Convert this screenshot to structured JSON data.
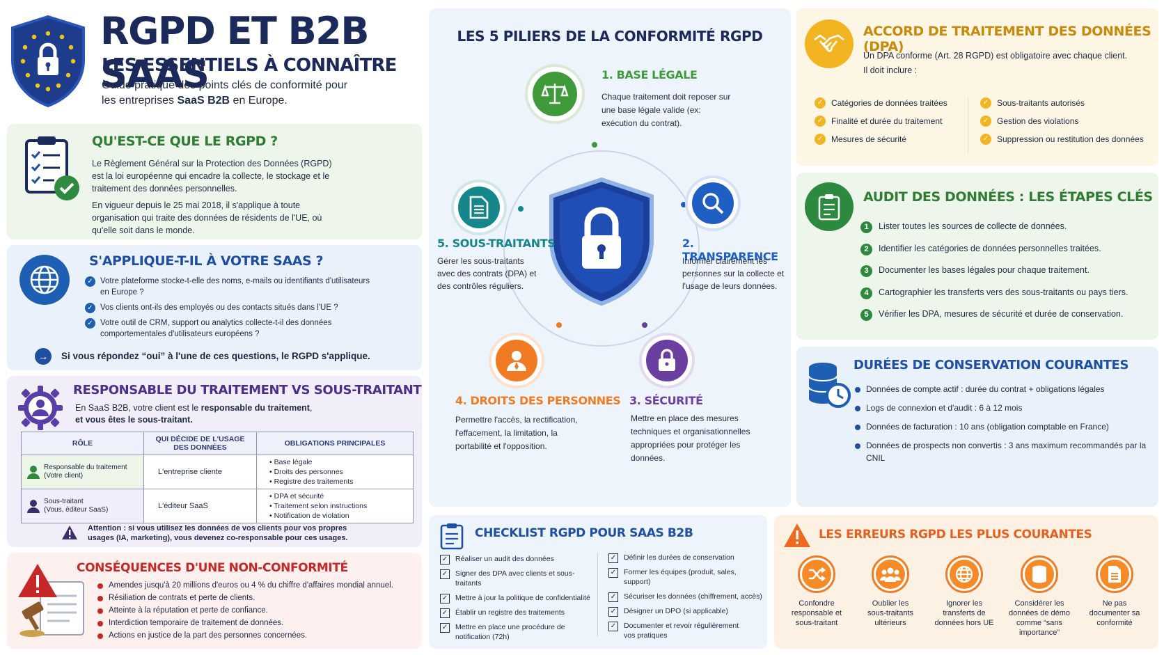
{
  "header": {
    "title": "RGPD ET B2B SAAS",
    "subtitle": "LES ESSENTIELS À CONNAÎTRE",
    "desc_1": "Guide pratique des points clés de conformité pour",
    "desc_2a": "les entreprises ",
    "desc_2b": "SaaS B2B",
    "desc_2c": " en Europe."
  },
  "what": {
    "title": "QU'EST-CE QUE LE RGPD ?",
    "p1": "Le Règlement Général sur la Protection des Données (RGPD) est la loi européenne qui encadre la collecte, le stockage et le traitement des données personnelles.",
    "p2": "En vigueur depuis le 25 mai 2018, il s'applique à toute organisation qui traite des données de résidents de l'UE, où qu'elle soit dans le monde."
  },
  "applies": {
    "title": "S'APPLIQUE-T-IL À VOTRE SAAS ?",
    "items": [
      "Votre plateforme stocke-t-elle des noms, e-mails ou identifiants d'utilisateurs en Europe ?",
      "Vos clients ont-ils des employés ou des contacts situés dans l'UE ?",
      "Votre outil de CRM, support ou analytics collecte-t-il des données comportementales d'utilisateurs européens ?"
    ],
    "conclusion": "Si vous répondez “oui” à l'une de ces questions, le RGPD s'applique."
  },
  "roles": {
    "title": "RESPONSABLE DU TRAITEMENT vs SOUS-TRAITANT",
    "intro_1a": "En SaaS B2B, votre client est le ",
    "intro_1b": "responsable du traitement",
    "intro_1c": ",",
    "intro_2": "et vous êtes le sous-traitant.",
    "headers": [
      "RÔLE",
      "QUI DÉCIDE DE L'USAGE DES DONNÉES",
      "OBLIGATIONS PRINCIPALES"
    ],
    "rows": [
      {
        "role": "Responsable du traitement",
        "role_sub": "(Votre client)",
        "who": "L'entreprise cliente",
        "obligations": [
          "Base légale",
          "Droits des personnes",
          "Registre des traitements"
        ]
      },
      {
        "role": "Sous-traitant",
        "role_sub": "(Vous, éditeur SaaS)",
        "who": "L'éditeur SaaS",
        "obligations": [
          "DPA et sécurité",
          "Traitement selon instructions",
          "Notification de violation"
        ]
      }
    ],
    "warning_1": "Attention : si vous utilisez les données de vos clients pour vos propres",
    "warning_2": "usages (IA, marketing), vous devenez co-responsable pour ces usages."
  },
  "consequences": {
    "title": "CONSÉQUENCES D'UNE NON-CONFORMITÉ",
    "items": [
      "Amendes jusqu'à 20 millions d'euros ou 4 % du chiffre d'affaires mondial annuel.",
      "Résiliation de contrats et perte de clients.",
      "Atteinte à la réputation et perte de confiance.",
      "Interdiction temporaire de traitement de données.",
      "Actions en justice de la part des personnes concernées."
    ]
  },
  "pillars": {
    "title": "LES 5 PILIERS DE LA CONFORMITÉ RGPD",
    "p1": {
      "title": "1. BASE LÉGALE",
      "text": "Chaque traitement doit reposer sur une base légale valide (ex: exécution du contrat).",
      "color": "#3f9a3a"
    },
    "p2": {
      "title": "2. TRANSPARENCE",
      "text": "Informer clairement les personnes sur la collecte et l'usage de leurs données.",
      "color": "#1f5fc4"
    },
    "p3": {
      "title": "3. SÉCURITÉ",
      "text": "Mettre en place des mesures techniques et organisationnelles appropriées pour protéger les données.",
      "color": "#6a3fa0"
    },
    "p4": {
      "title": "4. DROITS DES PERSONNES",
      "text": "Permettre l'accès, la rectification, l'effacement, la limitation, la portabilité et l'opposition.",
      "color": "#f07b23"
    },
    "p5": {
      "title": "5. SOUS-TRAITANTS",
      "text": "Gérer les sous-traitants avec des contrats (DPA) et des contrôles réguliers.",
      "color": "#14868c"
    }
  },
  "checklist": {
    "title": "CHECKLIST RGPD POUR SAAS B2B",
    "left": [
      "Réaliser un audit des données",
      "Signer des DPA avec clients et sous-traitants",
      "Mettre à jour la politique de confidentialité",
      "Établir un registre des traitements",
      "Mettre en place une procédure de notification (72h)"
    ],
    "right": [
      "Définir les durées de conservation",
      "Former les équipes (produit, sales, support)",
      "Sécuriser les données (chiffrement, accès)",
      "Désigner un DPO (si applicable)",
      "Documenter et revoir régulièrement vos pratiques"
    ]
  },
  "dpa": {
    "title": "ACCORD DE TRAITEMENT DES DONNÉES (DPA)",
    "intro_1": "Un DPA conforme (Art. 28 RGPD) est obligatoire avec chaque client.",
    "intro_2": "Il doit inclure :",
    "left": [
      "Catégories de données traitées",
      "Finalité et durée du traitement",
      "Mesures de sécurité"
    ],
    "right": [
      "Sous-traitants autorisés",
      "Gestion des violations",
      "Suppression ou restitution des données"
    ]
  },
  "audit": {
    "title": "AUDIT DES DONNÉES : LES ÉTAPES CLÉS",
    "steps": [
      "Lister toutes les sources de collecte de données.",
      "Identifier les catégories de données personnelles traitées.",
      "Documenter les bases légales pour chaque traitement.",
      "Cartographier les transferts vers des sous-traitants ou pays tiers.",
      "Vérifier les DPA, mesures de sécurité et durée de conservation."
    ],
    "numbers": [
      "1",
      "2",
      "3",
      "4",
      "5"
    ]
  },
  "retention": {
    "title": "DURÉES DE CONSERVATION COURANTES",
    "items": [
      "Données de compte actif : durée du contrat + obligations légales",
      "Logs de connexion et d'audit : 6 à 12 mois",
      "Données de facturation : 10 ans (obligation comptable en France)",
      "Données de prospects non convertis : 3 ans maximum recommandés par la CNIL"
    ]
  },
  "errors": {
    "title": "LES ERREURS RGPD LES PLUS COURANTES",
    "items": [
      {
        "label": "Confondre responsable et sous-traitant",
        "icon": "shuffle-icon"
      },
      {
        "label": "Oublier les sous-traitants ultérieurs",
        "icon": "group-icon"
      },
      {
        "label": "Ignorer les transferts de données hors UE",
        "icon": "globe-icon"
      },
      {
        "label": "Considérer les données de démo comme “sans importance”",
        "icon": "database-icon"
      },
      {
        "label": "Ne pas documenter sa conformité",
        "icon": "document-icon"
      }
    ]
  },
  "colors": {
    "navy": "#1b2a5a",
    "green": "#2f7d32",
    "blue": "#1e4fa3",
    "purple": "#4b2f8a",
    "red": "#c62828",
    "orange": "#e65f1f",
    "yellow": "#d9a40f"
  }
}
